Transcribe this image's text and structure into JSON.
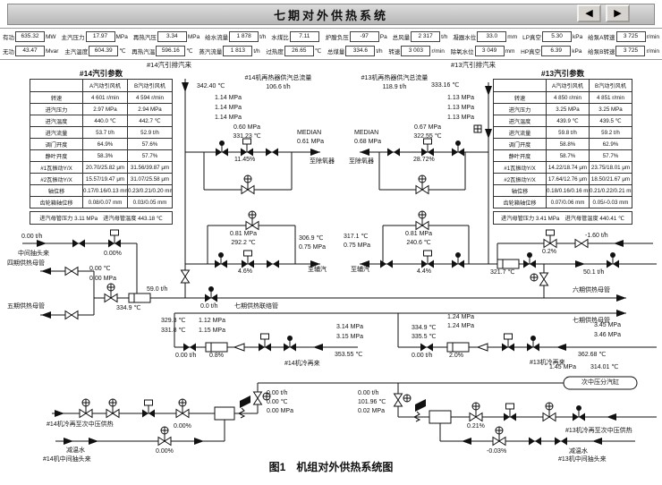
{
  "header": {
    "title": "七期对外供热系统",
    "prev_icon": "◀",
    "next_icon": "▶"
  },
  "status": {
    "rows": [
      [
        {
          "l": "有功",
          "v": "635.32",
          "u": "MW"
        },
        {
          "l": "主汽压力",
          "v": "17.97",
          "u": "MPa"
        },
        {
          "l": "再热汽压",
          "v": "3.34",
          "u": "MPa"
        },
        {
          "l": "给水流量",
          "v": "1 878",
          "u": "t/h"
        },
        {
          "l": "水煤比",
          "v": "7.11",
          "u": ""
        },
        {
          "l": "炉膛负压",
          "v": "-97",
          "u": "Pa"
        },
        {
          "l": "总风量",
          "v": "2 317",
          "u": "t/h"
        },
        {
          "l": "凝器水位",
          "v": "33.0",
          "u": "mm"
        },
        {
          "l": "LP真空",
          "v": "5.30",
          "u": "kPa"
        },
        {
          "l": "给泵A转速",
          "v": "3 725",
          "u": "r/min"
        }
      ],
      [
        {
          "l": "无功",
          "v": "43.47",
          "u": "Mvar"
        },
        {
          "l": "主汽温度",
          "v": "604.39",
          "u": "℃"
        },
        {
          "l": "再热汽温",
          "v": "596.16",
          "u": "℃"
        },
        {
          "l": "蒸汽流量",
          "v": "1 813",
          "u": "t/h"
        },
        {
          "l": "过热度",
          "v": "26.65",
          "u": "℃"
        },
        {
          "l": "总煤量",
          "v": "334.6",
          "u": "t/h"
        },
        {
          "l": "转速",
          "v": "3 003",
          "u": "r/min"
        },
        {
          "l": "除氧水位",
          "v": "3 049",
          "u": "mm"
        },
        {
          "l": "HP真空",
          "v": "6.39",
          "u": "kPa"
        },
        {
          "l": "给泵B转速",
          "v": "3 725",
          "u": "r/min"
        }
      ]
    ]
  },
  "tables": {
    "t14": {
      "title": "#14汽引参数",
      "col_a": "A汽动引风机",
      "col_b": "B汽动引风机",
      "rows": [
        {
          "label": "转速",
          "a": "4 601 r/min",
          "b": "4 594 r/min"
        },
        {
          "label": "进汽压力",
          "a": "2.97 MPa",
          "b": "2.94 MPa"
        },
        {
          "label": "进汽温度",
          "a": "440.0 ℃",
          "b": "442.7 ℃"
        },
        {
          "label": "进汽流量",
          "a": "53.7 t/h",
          "b": "52.9 t/h"
        },
        {
          "label": "调门开度",
          "a": "64.9%",
          "b": "57.6%"
        },
        {
          "label": "静叶开度",
          "a": "58.3%",
          "b": "57.7%"
        },
        {
          "label": "#1瓦振动Y/X",
          "a": "20.70/25.82 μm",
          "b": "31.56/39.87 μm"
        },
        {
          "label": "#2瓦振动Y/X",
          "a": "15.57/19.47 μm",
          "b": "31.07/25.58 μm"
        },
        {
          "label": "轴位移",
          "a": "0.17/0.16/0.13 mm",
          "b": "0.23/0.21/0.20 mm"
        },
        {
          "label": "齿轮箱轴位移",
          "a": "0.08/0.07 mm",
          "b": "0.03/0.05 mm"
        }
      ],
      "footer": "进汽母管压力 3.11 MPa　进汽母管温度 443.18 ℃"
    },
    "t13": {
      "title": "#13汽引参数",
      "col_a": "A汽动引风机",
      "col_b": "B汽动引风机",
      "rows": [
        {
          "label": "转速",
          "a": "4 850 r/min",
          "b": "4 851 r/min"
        },
        {
          "label": "进汽压力",
          "a": "3.25 MPa",
          "b": "3.25 MPa"
        },
        {
          "label": "进汽温度",
          "a": "439.9 ℃",
          "b": "439.5 ℃"
        },
        {
          "label": "进汽流量",
          "a": "59.8 t/h",
          "b": "59.2 t/h"
        },
        {
          "label": "调门开度",
          "a": "58.8%",
          "b": "62.9%"
        },
        {
          "label": "静叶开度",
          "a": "58.7%",
          "b": "57.7%"
        },
        {
          "label": "#1瓦振动Y/X",
          "a": "14.22/18.74 μm",
          "b": "23.75/18.01 μm"
        },
        {
          "label": "#2瓦振动Y/X",
          "a": "17.64/12.76 μm",
          "b": "18.50/21.67 μm"
        },
        {
          "label": "轴位移",
          "a": "0.18/0.16/0.16 mm",
          "b": "0.21/0.22/0.21 mm"
        },
        {
          "label": "齿轮箱轴位移",
          "a": "0.07/0.06 mm",
          "b": "0.05/-0.03 mm"
        }
      ],
      "footer": "进汽母管压力 3.41 MPa　进汽母管温度 440.41 ℃"
    }
  },
  "labels": {
    "l14exh": "#14汽引排汽来",
    "l13exh": "#13汽引排汽来",
    "t34240": "342.40 ℃",
    "p114": "1.14 MPa\n1.14 MPa\n1.14 MPa",
    "f14tot": "#14机再热器供汽总流量\n106.6  t/h",
    "f13tot": "#13机再热器供汽总流量\n118.9  t/h",
    "t33316": "333.16 ℃",
    "p113": "1.13 MPa\n1.13 MPa\n1.13 MPa",
    "v14de": "0.60 MPa\n331.23 ℃",
    "pct1145": "11.45%",
    "med14": "MEDIAN\n0.61 MPa",
    "tode14": "至除氧器",
    "v13de": "0.67 MPa\n322.55 ℃",
    "pct2872": "28.72%",
    "med13": "MEDIAN\n0.68 MPa",
    "tode13": "至除氧器",
    "v14aux": "0.81 MPa\n292.2 ℃",
    "pct46": "4.6%",
    "aux14v": "306.9 ℃\n0.75 MPa",
    "toaux14": "至辅汽",
    "v13aux": "0.81 MPa\n240.6 ℃",
    "pct44": "4.4%",
    "aux13v": "317.1 ℃\n0.75 MPa",
    "toaux13": "至辅汽",
    "t3217": "321.7 ℃",
    "pct02": "0.2%",
    "fm160": "-1.60 t/h",
    "f501": "50.1  t/h",
    "l6hdr": "六期供热母管",
    "l7hdr": "七期供热母管",
    "fm000a": "0.00 t/h",
    "lmid": "中间抽头来",
    "pct000a": "0.00%",
    "l4hdr": "四期供热母管",
    "v45": "0.00 ℃\n0.00 MPa",
    "l5hdr": "五期供热母管",
    "f590": "59.0 t/h",
    "t3349b": "334.9 ℃",
    "f00": "0.0  t/h",
    "l7tie": "七期供热联络管",
    "p112": "1.12 MPa\n1.15 MPa",
    "t3293": "329.3 ℃\n331.8 ℃",
    "fm000b": "0.00 t/h",
    "pct08": "0.8%",
    "l14cr": "#14机冷再来",
    "t35355": "353.55 ℃",
    "p314": "3.14 MPa\n3.15 MPa",
    "t3349c": "334.9 ℃\n335.5 ℃",
    "p124": "1.24 MPa\n1.24 MPa",
    "fm000c": "0.00 t/h",
    "pct20": "2.0%",
    "l13cr": "#13机冷再来",
    "t36268": "362.68 ℃",
    "p345": "3.45 MPa\n3.46 MPa",
    "p145": "1.45 MPa",
    "t31401": "314.01 ℃",
    "cyl": "次中压分汽缸",
    "relief14": "0.00 t/h\n0.00 ℃\n0.00 MPa",
    "l14sub": "#14机冷再至次中压供热",
    "pct000c": "0.00%",
    "jw14": "减温水",
    "l14tap": "#14机中间抽头来",
    "pct000d": "0.00%",
    "relief13": "0.00 t/h\n101.96 ℃\n0.02 MPa",
    "pct021": "0.21%",
    "l13sub": "#13机冷再至次中压供热",
    "pctm003": "-0.03%",
    "jw13": "减温水",
    "l13tap": "#13机中间抽头来"
  },
  "caption": "图1　机组对外供热系统图"
}
